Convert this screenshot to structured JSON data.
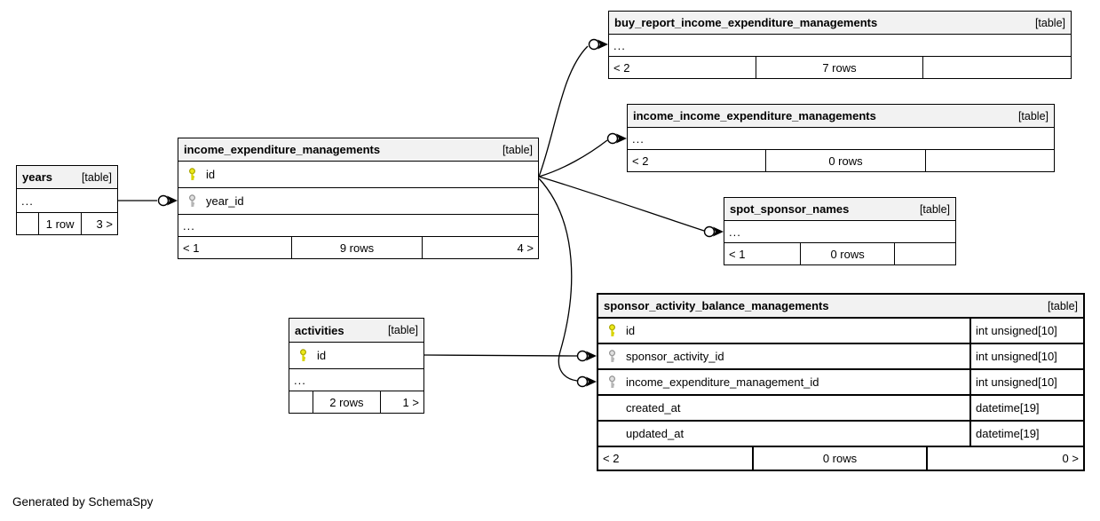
{
  "note": "Generated by SchemaSpy",
  "colors": {
    "header_bg": "#f2f2f2",
    "border": "#000000",
    "primary_key_icon": "#ece81a",
    "foreign_key_icon": "#e0e0e0",
    "background": "#ffffff"
  },
  "tables": {
    "buy_report": {
      "title": "buy_report_income_expenditure_managements",
      "tag": "[table]",
      "ellipsis": "...",
      "footer": {
        "left": "< 2",
        "center": "7 rows",
        "right": ""
      }
    },
    "income_income": {
      "title": "income_income_expenditure_managements",
      "tag": "[table]",
      "ellipsis": "...",
      "footer": {
        "left": "< 2",
        "center": "0 rows",
        "right": ""
      }
    },
    "spot_sponsor_names": {
      "title": "spot_sponsor_names",
      "tag": "[table]",
      "ellipsis": "...",
      "footer": {
        "left": "< 1",
        "center": "0 rows",
        "right": ""
      }
    },
    "years": {
      "title": "years",
      "tag": "[table]",
      "ellipsis": "...",
      "footer": {
        "left": "",
        "center": "1 row",
        "right": "3 >"
      }
    },
    "iem": {
      "title": "income_expenditure_managements",
      "tag": "[table]",
      "columns": [
        {
          "name": "id",
          "key": "primary"
        },
        {
          "name": "year_id",
          "key": "foreign"
        }
      ],
      "ellipsis": "...",
      "footer": {
        "left": "< 1",
        "center": "9 rows",
        "right": "4 >"
      }
    },
    "activities": {
      "title": "activities",
      "tag": "[table]",
      "columns": [
        {
          "name": "id",
          "key": "primary"
        }
      ],
      "ellipsis": "...",
      "footer": {
        "left": "",
        "center": "2 rows",
        "right": "1 >"
      }
    },
    "sabm": {
      "title": "sponsor_activity_balance_managements",
      "tag": "[table]",
      "columns": [
        {
          "name": "id",
          "key": "primary",
          "type": "int unsigned[10]"
        },
        {
          "name": "sponsor_activity_id",
          "key": "foreign",
          "type": "int unsigned[10]"
        },
        {
          "name": "income_expenditure_management_id",
          "key": "foreign",
          "type": "int unsigned[10]"
        },
        {
          "name": "created_at",
          "key": "",
          "type": "datetime[19]"
        },
        {
          "name": "updated_at",
          "key": "",
          "type": "datetime[19]"
        }
      ],
      "footer": {
        "left": "< 2",
        "center": "0 rows",
        "right": "0 >"
      }
    }
  },
  "relationships": [
    {
      "from": "years",
      "to": "income_expenditure_managements.year_id"
    },
    {
      "from": "income_expenditure_managements.id",
      "to": "buy_report_income_expenditure_managements"
    },
    {
      "from": "income_expenditure_managements.id",
      "to": "income_income_expenditure_managements"
    },
    {
      "from": "income_expenditure_managements.id",
      "to": "spot_sponsor_names"
    },
    {
      "from": "income_expenditure_managements.id",
      "to": "sponsor_activity_balance_managements.income_expenditure_management_id"
    },
    {
      "from": "activities.id",
      "to": "sponsor_activity_balance_managements.sponsor_activity_id"
    }
  ]
}
